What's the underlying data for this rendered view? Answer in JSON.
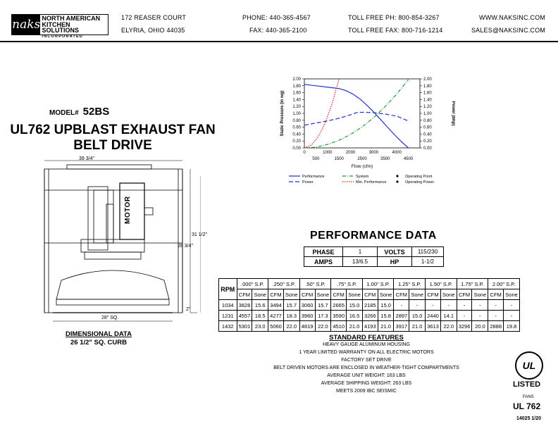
{
  "header": {
    "logo": {
      "naks": "naks",
      "line1": "NORTH AMERICAN",
      "line2": "KITCHEN SOLUTIONS",
      "line3": "INCORPORATED"
    },
    "address1": "172 REASER COURT",
    "address2": "ELYRIA, OHIO 44035",
    "phone": "PHONE: 440-365-4567",
    "fax": "FAX: 440-365-2100",
    "tollfree_phone": "TOLL FREE PH: 800-854-3267",
    "tollfree_fax": "TOLL FREE FAX: 800-716-1214",
    "web": "WWW.NAKSINC.COM",
    "email": "SALES@NAKSINC.COM"
  },
  "model": {
    "label": "MODEL#",
    "number": "52BS",
    "title1": "UL762 UPBLAST EXHAUST FAN",
    "title2": "BELT DRIVE"
  },
  "drawing": {
    "width_dim": "39 3/4\"",
    "height_outer": "31 1/2\"",
    "height_inner": "28 3/4\"",
    "base_dim": "28\" SQ.",
    "curb_h": "2\"",
    "motor_label": "MOTOR",
    "caption1": "DIMENSIONAL DATA",
    "caption2": "26 1/2\" SQ. CURB"
  },
  "chart_data": {
    "type": "line",
    "ylabel": "Static Pressure (in wg)",
    "y2label": "Power (bhp)",
    "xlabel": "Flow (cfm)",
    "xlim": [
      0,
      5000
    ],
    "ylim": [
      0,
      2.0
    ],
    "y2lim": [
      0,
      2.0
    ],
    "x_ticks_top": [
      "0",
      "1000",
      "2000",
      "3000",
      "4000"
    ],
    "x_ticks_bottom": [
      "500",
      "1500",
      "2500",
      "3500",
      "4500"
    ],
    "y_ticks": [
      "0.00",
      "0.20",
      "0.40",
      "0.60",
      "0.80",
      "1.00",
      "1.20",
      "1.40",
      "1.60",
      "1.80",
      "2.00"
    ],
    "y2_ticks": [
      "0.00",
      "0.20",
      "0.40",
      "0.60",
      "0.80",
      "1.00",
      "1.20",
      "1.40",
      "1.60",
      "1.80",
      "2.00"
    ],
    "series": [
      {
        "name": "Performance",
        "color": "#2233cc",
        "style": "solid",
        "x": [
          0,
          500,
          1000,
          1500,
          1800,
          2100,
          2400,
          2700,
          3000,
          3300,
          3600,
          3900,
          4200,
          4500
        ],
        "y": [
          1.84,
          1.8,
          1.76,
          1.72,
          1.66,
          1.56,
          1.42,
          1.24,
          1.04,
          0.82,
          0.6,
          0.38,
          0.18,
          0.0
        ]
      },
      {
        "name": "Power",
        "color": "#2233cc",
        "style": "dash",
        "x": [
          0,
          500,
          1000,
          1500,
          2000,
          2300,
          2600,
          3000,
          3500,
          4000,
          4500
        ],
        "y": [
          0.66,
          0.72,
          0.78,
          0.86,
          0.96,
          1.03,
          1.03,
          1.02,
          0.98,
          0.92,
          0.78
        ]
      },
      {
        "name": "System",
        "color": "#229933",
        "style": "dashdot",
        "x": [
          0,
          500,
          1000,
          1500,
          2000,
          2500,
          3000,
          3500,
          4000,
          4500
        ],
        "y": [
          0.0,
          0.02,
          0.1,
          0.22,
          0.39,
          0.61,
          0.88,
          1.2,
          1.56,
          1.98
        ]
      },
      {
        "name": "Min. Performance",
        "color": "#dd2222",
        "style": "dot",
        "x": [
          0,
          300,
          600,
          900,
          1200,
          1500
        ],
        "y": [
          0.0,
          0.08,
          0.32,
          0.72,
          1.28,
          2.0
        ]
      }
    ],
    "legend": [
      "Performance",
      "System",
      "Operating Point",
      "Power",
      "Min. Performance",
      "Operating Power"
    ],
    "legend_placement": "bottom",
    "grid": false
  },
  "performance": {
    "title": "PERFORMANCE DATA",
    "electrical": {
      "phase_label": "PHASE",
      "phase": "1",
      "volts_label": "VOLTS",
      "volts": "115/230",
      "amps_label": "AMPS",
      "amps": "13/6.5",
      "hp_label": "HP",
      "hp": "1-1/2"
    },
    "rpm_label": "RPM",
    "sp_headers": [
      ".000\" S.P.",
      ".250\" S.P.",
      ".50\" S.P.",
      ".75\" S.P.",
      "1.00\" S.P.",
      "1.25\" S.P.",
      "1.50\" S.P.",
      "1.75\" S.P.",
      "2.00\" S.P."
    ],
    "cfm_label": "CFM",
    "sone_label": "Sone",
    "rows": [
      [
        "1034",
        "3828",
        "15.6",
        "3494",
        "15.7",
        "3060",
        "15.7",
        "2665",
        "15.0",
        "2185",
        "15.0",
        "-",
        "-",
        "-",
        "-",
        "-",
        "-",
        "-",
        "-"
      ],
      [
        "1231",
        "4557",
        "18.5",
        "4277",
        "18.3",
        "3960",
        "17.3",
        "3590",
        "16.5",
        "3266",
        "15.8",
        "2897",
        "15.0",
        "2440",
        "14.1",
        "-",
        "-",
        "-",
        "-"
      ],
      [
        "1432",
        "5301",
        "23.0",
        "5060",
        "22.0",
        "4819",
        "22.0",
        "4510",
        "21.0",
        "4193",
        "21.0",
        "3917",
        "21.0",
        "3613",
        "22.0",
        "3296",
        "20.0",
        "2888",
        "19.8"
      ]
    ]
  },
  "features": {
    "title": "STANDARD FEATURES",
    "lines": [
      "HEAVY GAUGE ALUMINUM HOUSING",
      "1 YEAR LIMITED WARRANTY ON ALL ELECTRIC MOTORS",
      "FACTORY SET DRIVE",
      "BELT DRIVEN MOTORS ARE ENCLOSED IN WEATHER-TIGHT COMPARTMENTS",
      "AVERAGE UNIT WEIGHT: 163 LBS",
      "AVERAGE SHIPPING WEIGHT: 263 LBS",
      "MEETS 2009 IBC SEISMIC"
    ]
  },
  "ul": {
    "mark": "UL",
    "listed": "LISTED",
    "fans": "FANS",
    "std": "UL 762",
    "code": "14025 1/20"
  }
}
